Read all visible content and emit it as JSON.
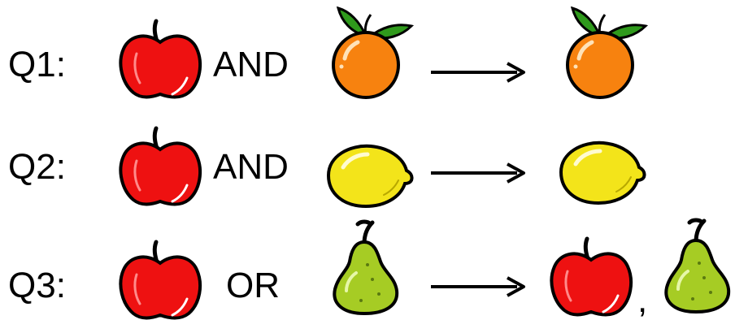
{
  "colors": {
    "apple": "#ee1111",
    "orange": "#f7820f",
    "lemon": "#f3e41a",
    "pear": "#a6cc24",
    "leaf": "#2f9a1c",
    "outline": "#000000"
  },
  "rows": [
    {
      "label": "Q1:",
      "operator": "AND",
      "left_icon": "apple-icon",
      "right_icon": "orange-icon",
      "result_icons": [
        "orange-icon"
      ]
    },
    {
      "label": "Q2:",
      "operator": "AND",
      "left_icon": "apple-icon",
      "right_icon": "lemon-icon",
      "result_icons": [
        "lemon-icon"
      ]
    },
    {
      "label": "Q3:",
      "operator": "OR",
      "left_icon": "apple-icon",
      "right_icon": "pear-icon",
      "result_icons": [
        "apple-icon",
        "pear-icon"
      ],
      "result_separator": ","
    }
  ]
}
